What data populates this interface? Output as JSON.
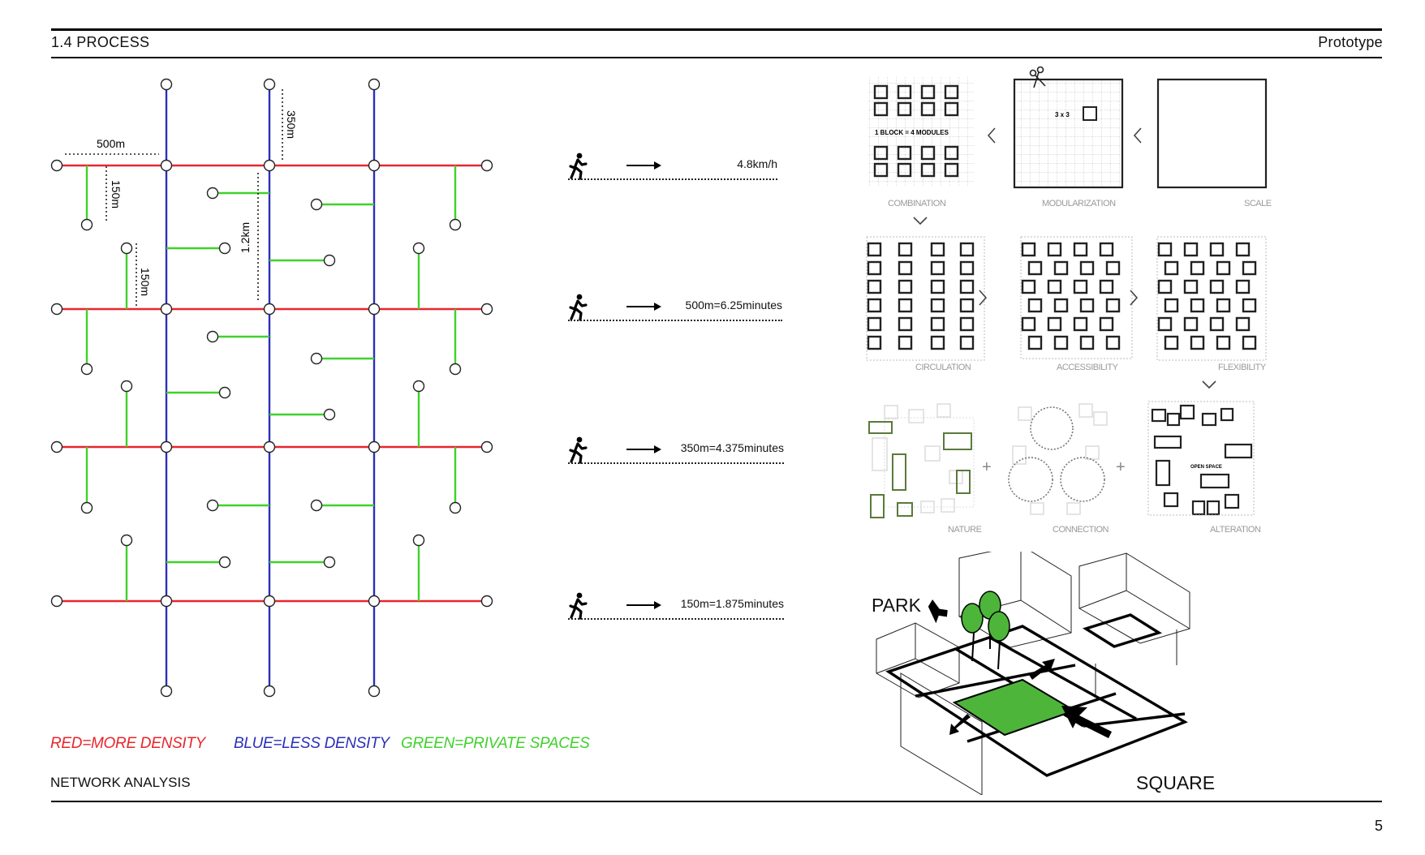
{
  "header": {
    "section": "1.4 PROCESS",
    "title": "Prototype"
  },
  "network": {
    "dimensions": {
      "d500": "500m",
      "d350": "350m",
      "d150a": "150m",
      "d150b": "150m",
      "d1200": "1.2km"
    }
  },
  "legend": {
    "red": {
      "text": "RED=MORE DENSITY",
      "color": "#e8262b"
    },
    "blue": {
      "text": "BLUE=LESS DENSITY",
      "color": "#2b2fb8"
    },
    "green": {
      "text": "GREEN=PRIVATE SPACES",
      "color": "#3fd12b"
    }
  },
  "section_title": "NETWORK ANALYSIS",
  "walking": [
    {
      "value": "4.8km/h"
    },
    {
      "value": "500m=6.25minutes"
    },
    {
      "value": "350m=4.375minutes"
    },
    {
      "value": "150m=1.875minutes"
    }
  ],
  "process": {
    "row1": {
      "a": "COMBINATION",
      "b": "MODULARIZATION",
      "c": "SCALE"
    },
    "row2": {
      "a": "CIRCULATION",
      "b": "ACCESSIBILITY",
      "c": "FLEXIBILITY"
    },
    "row3": {
      "a": "NATURE",
      "b": "CONNECTION",
      "c": "ALTERATION"
    },
    "inner": {
      "block": "1 BLOCK  =  4 MODULES",
      "grid": "3 x 3",
      "open": "OPEN SPACE"
    }
  },
  "axonometric": {
    "park": "PARK",
    "square": "SQUARE"
  },
  "page_number": "5"
}
